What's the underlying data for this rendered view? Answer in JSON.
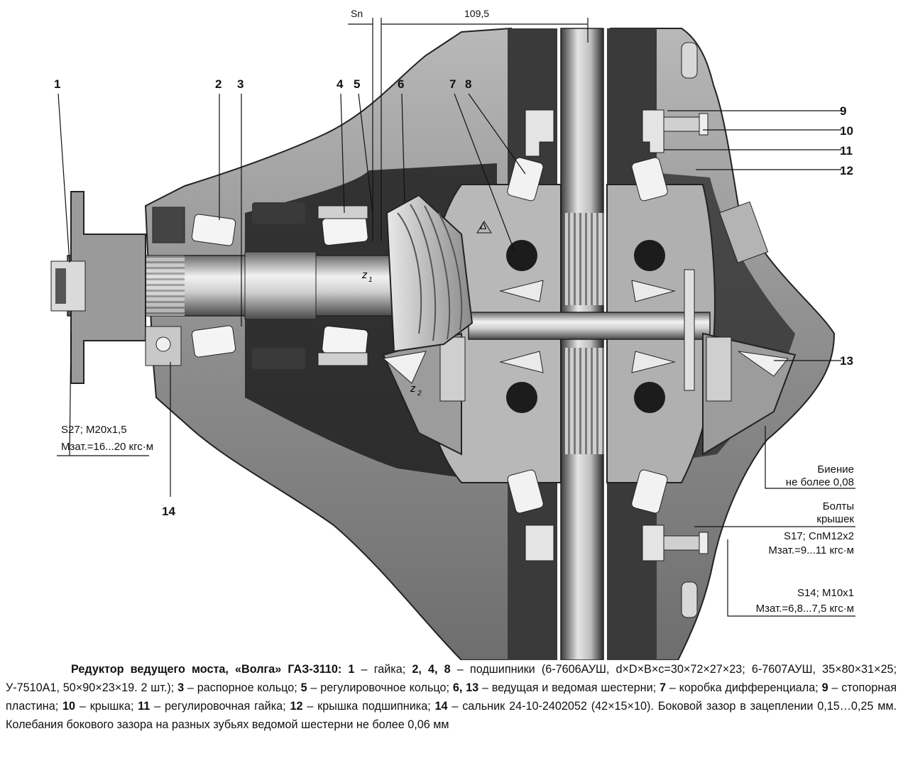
{
  "callouts": {
    "c1": "1",
    "c2": "2",
    "c3": "3",
    "c4": "4",
    "c5": "5",
    "c6": "6",
    "c7": "7",
    "c8": "8",
    "c9": "9",
    "c10": "10",
    "c11": "11",
    "c12": "12",
    "c13": "13",
    "c14": "14"
  },
  "dimensions": {
    "sn": "Sn",
    "width": "109,5",
    "delta": "Δ"
  },
  "gear_labels": {
    "z1": "z",
    "z1_sub": "1",
    "z2": "z",
    "z2_sub": "2"
  },
  "notes": {
    "nut_line1": "S27; M20x1,5",
    "nut_line2": "Mзат.=16...20 кгс·м",
    "runout_line1": "Биение",
    "runout_line2": "не более 0,08",
    "bolts_line1": "Болты",
    "bolts_line2": "крышек",
    "bolts_line3": "S17; CпM12x2",
    "bolts_line4": "Mзат.=9...11 кгс·м",
    "bolt2_line1": "S14; M10x1",
    "bolt2_line2": "Mзат.=6,8...7,5 кгс·м"
  },
  "caption": {
    "title": "Редуктор ведущего моста, «Волга» ГАЗ-3110:",
    "i1n": "1",
    "i1t": " – гайка; ",
    "i2n": "2, 4, 8",
    "i2t": " – подшипники (6-7606АУШ, d×D×B×c=30×72×27×23; 6-7607АУШ, 35×80×31×25; У-7510А1, 50×90×23×19. 2 шт.); ",
    "i3n": "3",
    "i3t": " – распорное кольцо; ",
    "i5n": "5",
    "i5t": " – регулировочное кольцо; ",
    "i6n": "6, 13",
    "i6t": " – ведущая и ведомая шестерни; ",
    "i7n": "7",
    "i7t": " – коробка дифференциала; ",
    "i9n": "9",
    "i9t": " – стопорная пластина; ",
    "i10n": "10",
    "i10t": " – крышка; ",
    "i11n": "11",
    "i11t": " – регулировочная гайка; ",
    "i12n": "12",
    "i12t": " – крышка подшипника; ",
    "i14n": "14",
    "i14t": " – сальник 24-10-2402052 (42×15×10).  Боковой зазор в зацеплении 0,15…0,25 мм. Колебания бокового зазора на разных зубьях ведомой шестерни не более 0,06 мм"
  },
  "colors": {
    "housing": "#9a9a9a",
    "housing_dark": "#555555",
    "cavity": "#1c1c1c",
    "metal_light": "#dcdcdc",
    "metal_mid": "#b4b4b4"
  }
}
